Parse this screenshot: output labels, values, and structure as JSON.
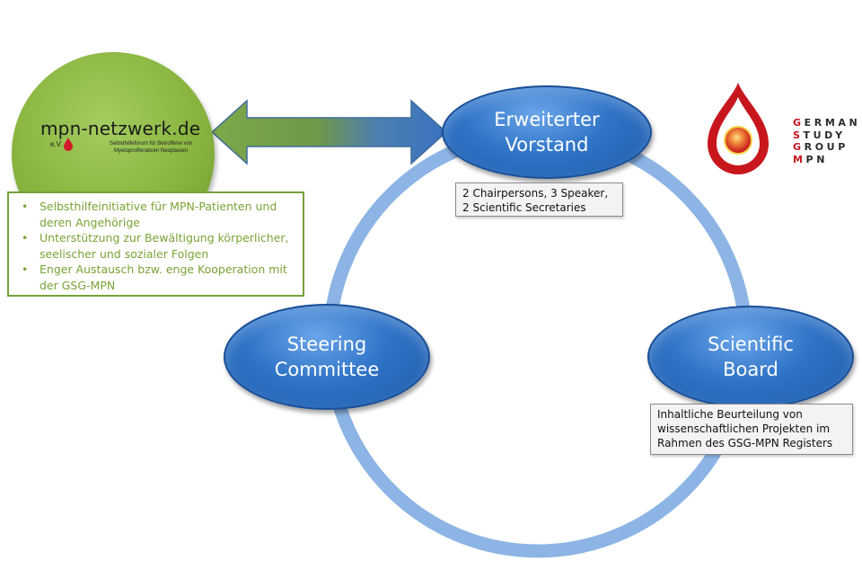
{
  "nodes": {
    "vorstand": {
      "line1": "Erweiterter",
      "line2": "Vorstand"
    },
    "steering": {
      "line1": "Steering",
      "line2": "Committee"
    },
    "board": {
      "line1": "Scientific",
      "line2": "Board"
    }
  },
  "vorstand_box": {
    "lines": [
      "2 Chairpersons, 3 Speaker,",
      "2 Scientific Secretaries"
    ]
  },
  "board_box": {
    "lines": [
      "Inhaltliche Beurteilung von",
      "wissenschaftlichen Projekten im",
      "Rahmen des GSG-MPN Registers"
    ]
  },
  "mpn_logo": {
    "title": "mpn-netzwerk.de",
    "ev": "e.V.",
    "subtitle_line1": "Selbsthilfeforum für Betroffene von",
    "subtitle_line2": "Myeloproliferativen Neoplasien"
  },
  "mpn_bullets": [
    "Selbsthilfeinitiative für MPN-Patienten und deren Angehörige",
    "Unterstützung zur Bewältigung körperlicher, seelischer und sozialer Folgen",
    "Enger Austausch bzw. enge Kooperation mit der GSG-MPN"
  ],
  "gsg_logo": {
    "rows": [
      {
        "first": "G",
        "rest": "ERMAN"
      },
      {
        "first": "S",
        "rest": "TUDY"
      },
      {
        "first": "G",
        "rest": "ROUP"
      },
      {
        "first": "M",
        "rest": "PN"
      }
    ]
  },
  "colors": {
    "node_blue": "#2f74c8",
    "ring_blue": "#8cb4e4",
    "mpn_green": "#88b43e",
    "gsg_red": "#c8161d"
  }
}
